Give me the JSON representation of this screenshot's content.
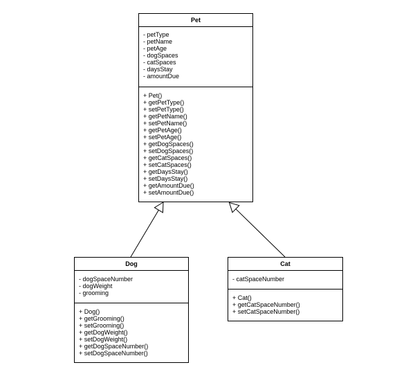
{
  "diagram": {
    "classes": [
      {
        "id": "pet",
        "name": "Pet",
        "attributes": [
          "- petType",
          "- petName",
          "- petAge",
          "- dogSpaces",
          "- catSpaces",
          "- daysStay",
          "- amountDue"
        ],
        "operations": [
          "+ Pet()",
          "+ getPetType()",
          "+ setPetType()",
          "+ getPetName()",
          "+ setPetName()",
          "+ getPetAge()",
          "+ setPetAge()",
          "+ getDogSpaces()",
          "+ setDogSpaces()",
          "+ getCatSpaces()",
          "+ setCatSpaces()",
          "+ getDaysStay()",
          "+ setDaysStay()",
          "+ getAmountDue()",
          "+ setAmountDue()"
        ]
      },
      {
        "id": "dog",
        "name": "Dog",
        "attributes": [
          "- dogSpaceNumber",
          "- dogWeight",
          "- grooming"
        ],
        "operations": [
          "+ Dog()",
          "+ getGrooming()",
          "+ setGrooming()",
          "+ getDogWeight()",
          "+ setDogWeight()",
          "+ getDogSpaceNumber()",
          "+ setDogSpaceNumber()"
        ]
      },
      {
        "id": "cat",
        "name": "Cat",
        "attributes": [
          "- catSpaceNumber"
        ],
        "operations": [
          "+ Cat()",
          "+ getCatSpaceNumber()",
          "+ setCatSpaceNumber()"
        ]
      }
    ],
    "relationships": [
      {
        "type": "generalization",
        "from": "Dog",
        "to": "Pet"
      },
      {
        "type": "generalization",
        "from": "Cat",
        "to": "Pet"
      }
    ],
    "colors": {
      "stroke": "#000000",
      "fill": "#ffffff"
    }
  }
}
